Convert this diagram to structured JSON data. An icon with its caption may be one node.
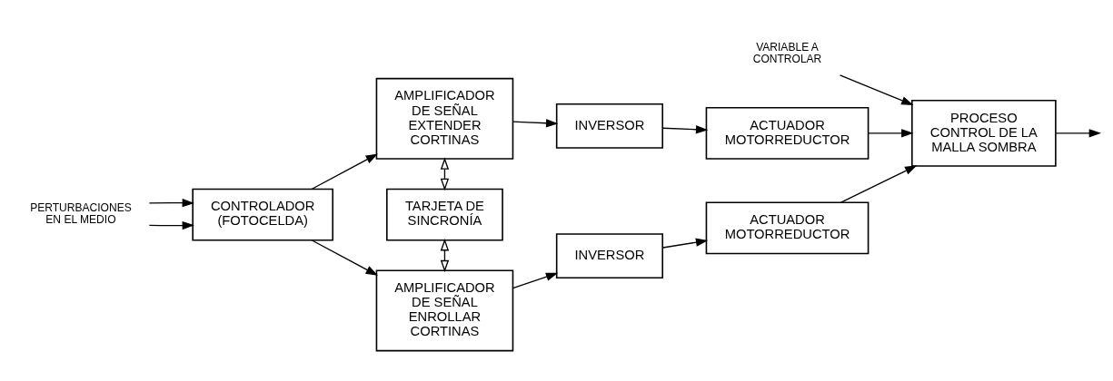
{
  "diagram": {
    "nodes": [
      {
        "text": [
          "CONTROLADOR (FOTOCELDA)"
        ]
      },
      {
        "text": [
          "AMPLIFICADOR DE SEÑAL EXTENDER CORTINAS"
        ]
      },
      {
        "text": [
          "TARJETA DE SINCRONÍA"
        ]
      },
      {
        "text": [
          "AMPLIFICADOR DE SEÑAL ENROLLAR CORTINAS"
        ]
      },
      {
        "text": [
          "INVERSOR"
        ]
      },
      {
        "text": [
          "ACTUADOR MOTORREDUCTOR"
        ]
      },
      {
        "text": [
          "INVERSOR"
        ]
      },
      {
        "text": [
          "ACTUADOR MOTORREDUCTOR"
        ]
      },
      {
        "text": [
          "PROCESO CONTROL DE LA MALLA SOMBRA"
        ]
      },
      {
        "text": [
          "PERTURBACIONES EN EL MEDIO"
        ]
      },
      {
        "text": [
          "VARIABLE A CONTROLAR"
        ]
      }
    ],
    "edges": [
      {
        "from": 0,
        "to": 1,
        "arrow": "to"
      },
      {
        "from": 0,
        "to": 3,
        "arrow": "to"
      },
      {
        "from": 1,
        "to": 2,
        "arrow": "both"
      },
      {
        "from": 2,
        "to": 3,
        "arrow": "both"
      },
      {
        "from": 1,
        "to": 4,
        "arrow": "to"
      },
      {
        "from": 4,
        "to": 5,
        "arrow": "to"
      },
      {
        "from": 3,
        "to": 6,
        "arrow": "to"
      },
      {
        "from": 6,
        "to": 7,
        "arrow": "to"
      },
      {
        "from": 5,
        "to": 8,
        "arrow": "to"
      },
      {
        "from": 7,
        "to": 8,
        "arrow": "to"
      },
      {
        "from": 9,
        "to": 0,
        "arrow": "to"
      },
      {
        "from": 9,
        "to": 0,
        "arrow": "to"
      },
      {
        "from": 10,
        "to": 8,
        "arrow": "to"
      },
      {
        "from": 8,
        "to": null,
        "arrow": "to"
      }
    ]
  }
}
